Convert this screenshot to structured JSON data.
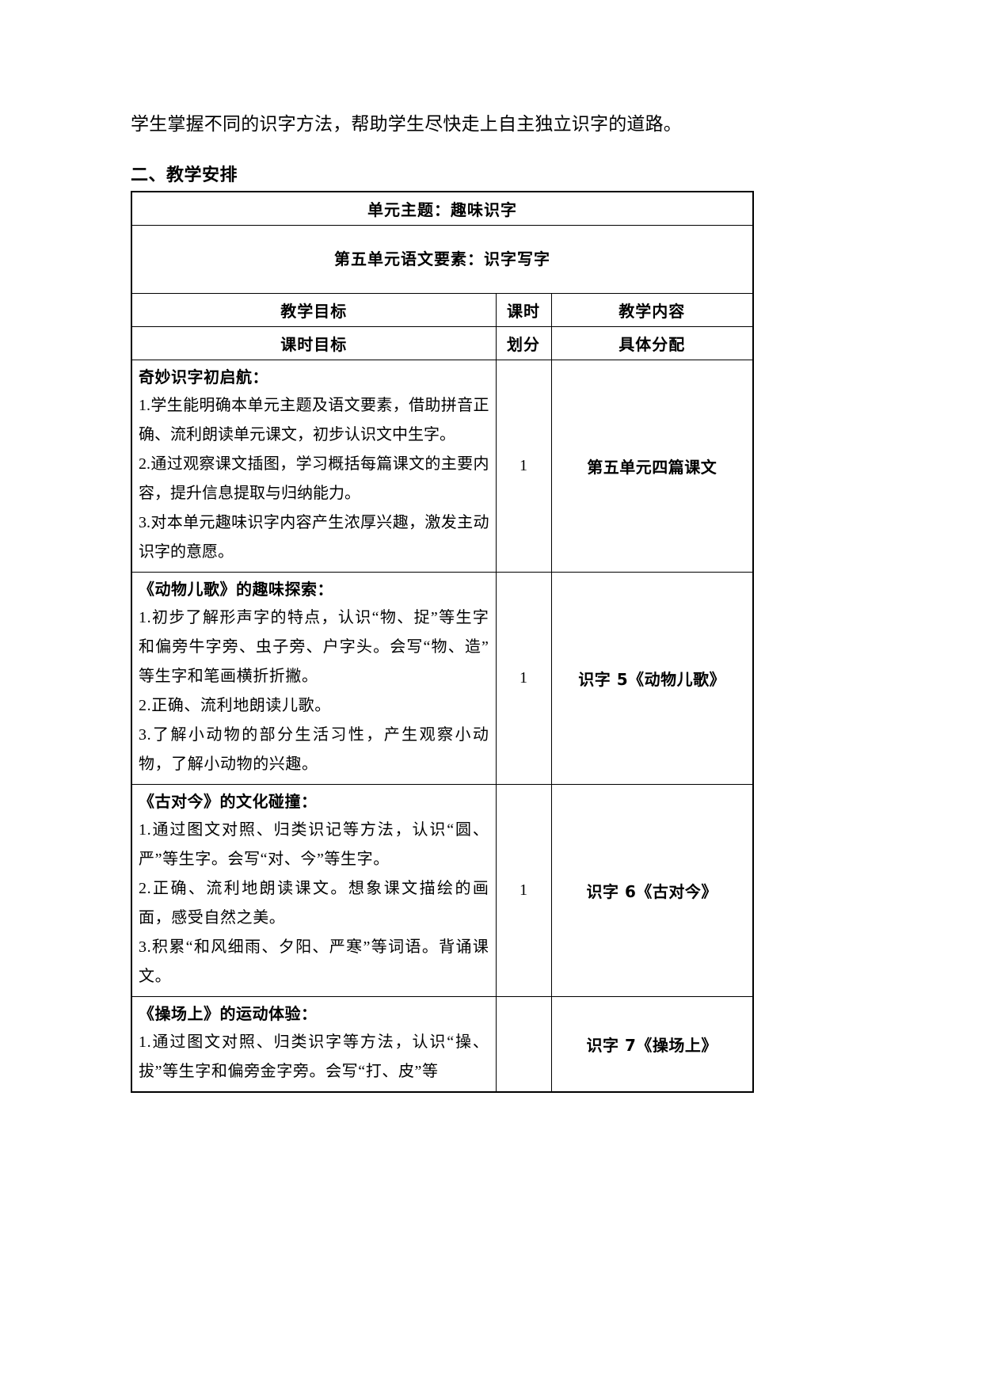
{
  "document": {
    "intro_paragraph": "学生掌握不同的识字方法，帮助学生尽快走上自主独立识字的道路。",
    "section_heading": "二、教学安排"
  },
  "table": {
    "banner_unit_theme": "单元主题：趣味识字",
    "banner_language_element": "第五单元语文要素：识字写字",
    "header_row_1": {
      "goals": "教学目标",
      "hours": "课时",
      "content": "教学内容"
    },
    "header_row_2": {
      "goals": "课时目标",
      "hours": "划分",
      "content": "具体分配"
    },
    "rows": [
      {
        "goal_title": "奇妙识字初启航：",
        "goal_items": [
          "1.学生能明确本单元主题及语文要素，借助拼音正确、流利朗读单元课文，初步认识文中生字。",
          "2.通过观察课文插图，学习概括每篇课文的主要内容，提升信息提取与归纳能力。",
          "3.对本单元趣味识字内容产生浓厚兴趣，激发主动识字的意愿。"
        ],
        "hours": "1",
        "content": "第五单元四篇课文"
      },
      {
        "goal_title": "《动物儿歌》的趣味探索：",
        "goal_items": [
          "1.初步了解形声字的特点，认识“物、捉”等生字和偏旁牛字旁、虫子旁、户字头。会写“物、造”等生字和笔画横折折撇。",
          "2.正确、流利地朗读儿歌。",
          "3.了解小动物的部分生活习性，产生观察小动物，了解小动物的兴趣。"
        ],
        "hours": "1",
        "content": "识字 5《动物儿歌》"
      },
      {
        "goal_title": "《古对今》的文化碰撞：",
        "goal_items": [
          "1.通过图文对照、归类识记等方法，认识“圆、严”等生字。会写“对、今”等生字。",
          "2.正确、流利地朗读课文。想象课文描绘的画面，感受自然之美。",
          "3.积累“和风细雨、夕阳、严寒”等词语。背诵课文。"
        ],
        "hours": "1",
        "content": "识字 6《古对今》"
      },
      {
        "goal_title": "《操场上》的运动体验：",
        "goal_items": [
          "1.通过图文对照、归类识字等方法，认识“操、拔”等生字和偏旁金字旁。会写“打、皮”等"
        ],
        "hours": "",
        "content": "识字 7《操场上》"
      }
    ]
  }
}
